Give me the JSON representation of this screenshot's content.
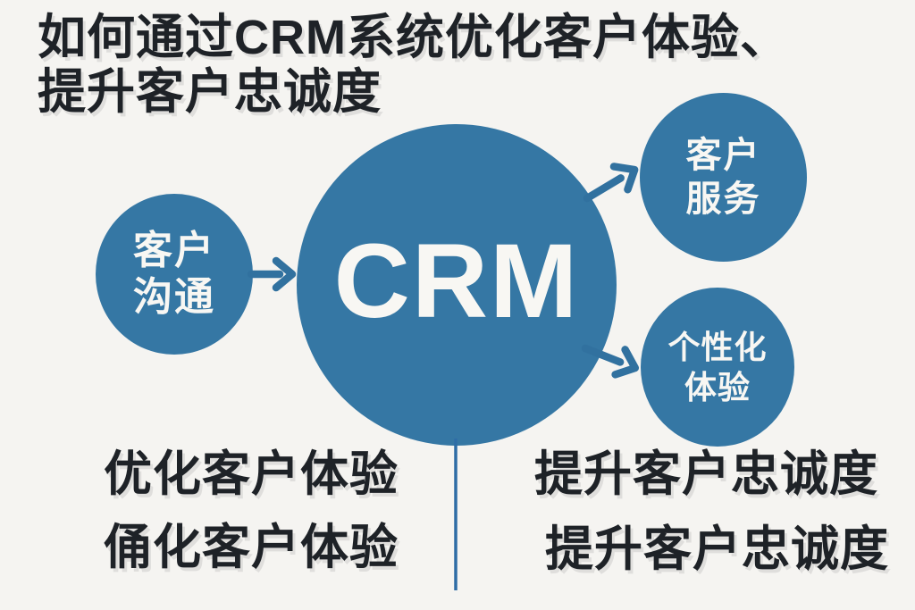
{
  "title": {
    "line1": "如何通过CRM系统优化客户体验、",
    "line2": "提升客户忠诚度"
  },
  "diagram": {
    "center_node": {
      "label": "CRM"
    },
    "left_node": {
      "line1": "客户",
      "line2": "沟通"
    },
    "top_right_node": {
      "line1": "客户",
      "line2": "服务"
    },
    "bottom_right_node": {
      "line1": "个性化",
      "line2": "体验"
    },
    "arrows": [
      {
        "name": "arrow-left-to-crm",
        "from": "客户沟通",
        "to": "CRM"
      },
      {
        "name": "arrow-crm-to-customer-service",
        "from": "CRM",
        "to": "客户服务"
      },
      {
        "name": "arrow-crm-to-personalized-experience",
        "from": "CRM",
        "to": "个性化体验"
      }
    ],
    "divider": {
      "name": "footer-divider-line"
    }
  },
  "footer": {
    "left_column": [
      "优化客户体验",
      "俑化客户体验"
    ],
    "right_column": [
      "提升客户忠诚度",
      "提升客户忠诚度"
    ]
  },
  "colors": {
    "bg": "#f5f4f1",
    "node_blue": "#3577a4",
    "arrow_blue": "#31719f",
    "divider_blue": "#2e6da6",
    "text_dark": "#1e2227",
    "node_text": "#f8f7f3"
  }
}
